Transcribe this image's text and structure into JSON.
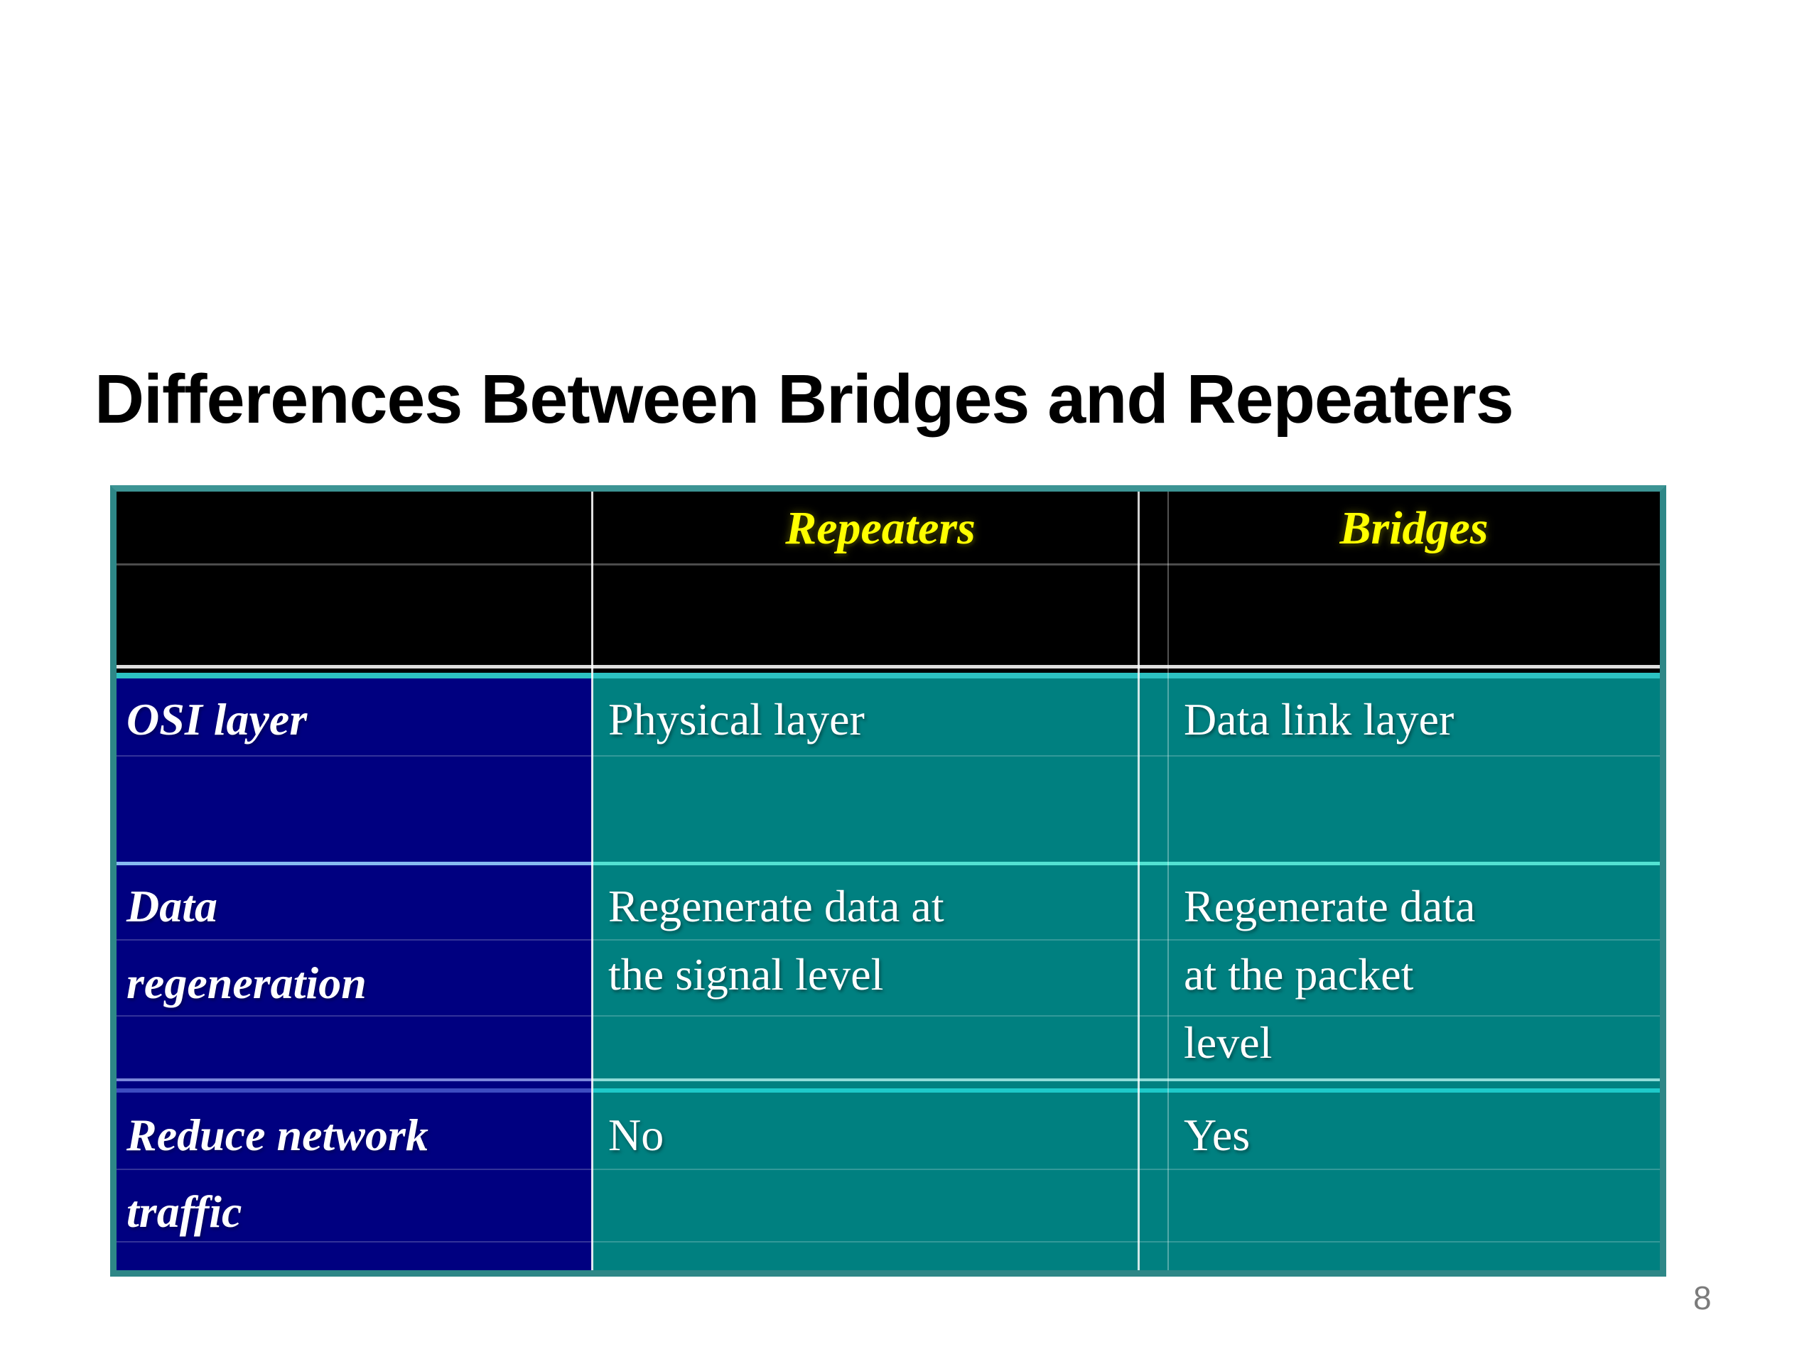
{
  "slide": {
    "title": "Differences Between Bridges and Repeaters",
    "page_number": "8"
  },
  "table": {
    "header": {
      "empty": "",
      "repeaters": "Repeaters",
      "bridges": "Bridges"
    },
    "rows": [
      {
        "label": "OSI layer",
        "repeaters": "Physical layer",
        "bridges": "Data link layer"
      },
      {
        "label": "Data\nregeneration",
        "repeaters": "Regenerate data at\nthe signal level",
        "bridges": "Regenerate data\nat the packet\nlevel"
      },
      {
        "label": "Reduce network\ntraffic",
        "repeaters": "No",
        "bridges": "Yes"
      }
    ]
  },
  "colors": {
    "label_column_bg": "#000080",
    "value_cell_bg": "#008080",
    "header_bg": "#000000",
    "header_text": "#ffff00",
    "body_text": "#ffffff",
    "outer_border": "#2e8787",
    "accent_strip": "#2cc2c2",
    "page_number_text": "#7b7b7b",
    "title_text": "#000000"
  }
}
